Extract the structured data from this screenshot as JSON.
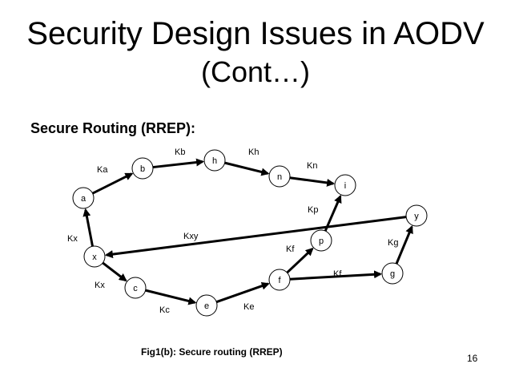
{
  "title": {
    "line1": "Security Design Issues in AODV",
    "line2": "(Cont…)"
  },
  "subheading": "Secure Routing (RREP):",
  "caption": "Fig1(b): Secure routing (RREP)",
  "page_number": "16",
  "diagram": {
    "nodes": [
      "a",
      "b",
      "h",
      "n",
      "i",
      "y",
      "p",
      "x",
      "c",
      "e",
      "f",
      "g"
    ],
    "edges": [
      {
        "from": "x",
        "to": "a",
        "label": "Kx"
      },
      {
        "from": "a",
        "to": "b",
        "label": "Ka"
      },
      {
        "from": "b",
        "to": "h",
        "label": "Kb"
      },
      {
        "from": "h",
        "to": "n",
        "label": "Kh"
      },
      {
        "from": "n",
        "to": "i",
        "label": "Kn"
      },
      {
        "from": "p",
        "to": "i",
        "label": "Kp"
      },
      {
        "from": "y",
        "to": "x",
        "label": "Kxy"
      },
      {
        "from": "x",
        "to": "c",
        "label": "Kx"
      },
      {
        "from": "c",
        "to": "e",
        "label": "Kc"
      },
      {
        "from": "e",
        "to": "f",
        "label": "Ke"
      },
      {
        "from": "f",
        "to": "p",
        "label": "Kf"
      },
      {
        "from": "f",
        "to": "g",
        "label": "Kf"
      },
      {
        "from": "g",
        "to": "y",
        "label": "Kg"
      }
    ]
  }
}
